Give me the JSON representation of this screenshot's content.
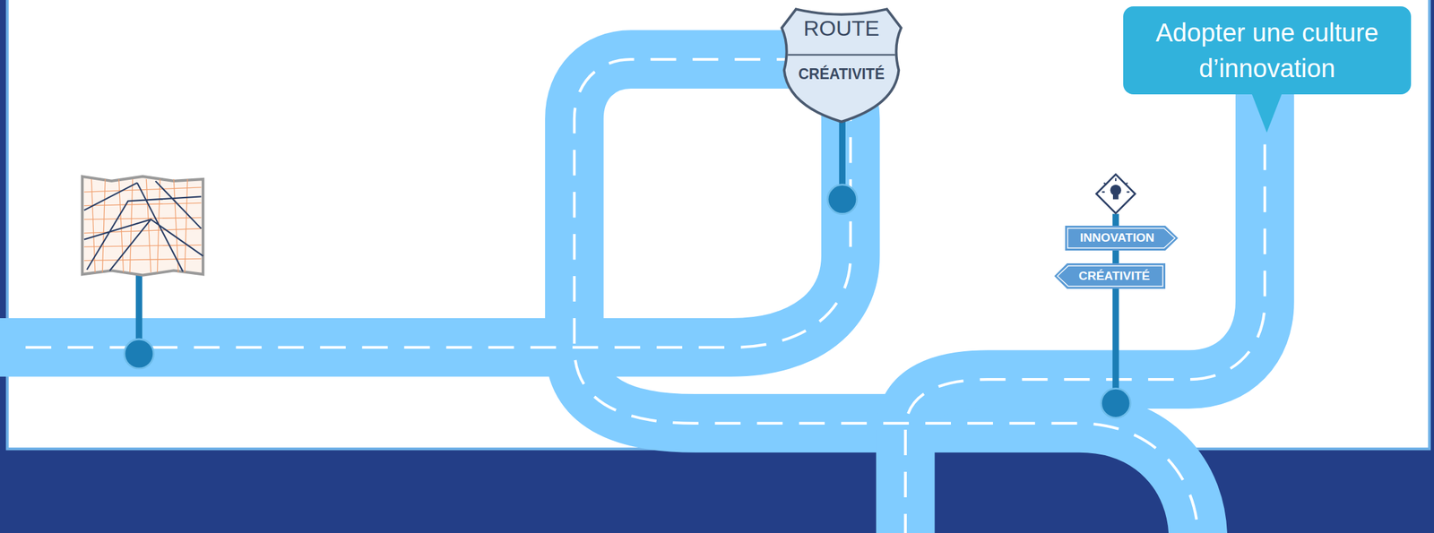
{
  "diagram": {
    "nodes": [
      {
        "text": [
          "ROUTE",
          "CRÉATIVITÉ"
        ]
      },
      {
        "text": [
          "Adopter une culture d’innovation"
        ]
      },
      {
        "text": [
          "INNOVATION"
        ]
      },
      {
        "text": [
          "CRÉATIVITÉ"
        ]
      }
    ]
  }
}
